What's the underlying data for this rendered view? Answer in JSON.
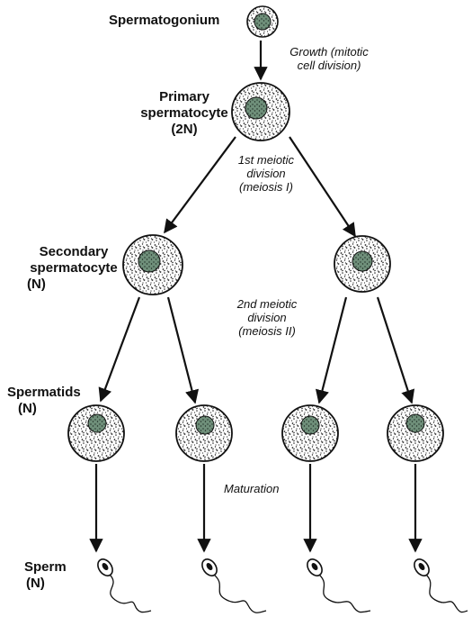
{
  "labels": {
    "spermatogonium": "Spermatogonium",
    "primary": [
      "Primary",
      "spermatocyte",
      "(2N)"
    ],
    "secondary": [
      "Secondary",
      "spermatocyte",
      "(N)"
    ],
    "spermatids": [
      "Spermatids",
      "(N)"
    ],
    "sperm": [
      "Sperm",
      "(N)"
    ]
  },
  "notes": {
    "growth": [
      "Growth (mitotic",
      "cell division)"
    ],
    "meiosis1": [
      "1st meiotic",
      "division",
      "(meiosis I)"
    ],
    "meiosis2": [
      "2nd meiotic",
      "division",
      "(meiosis II)"
    ],
    "maturation": "Maturation"
  },
  "colors": {
    "ink": "#111111",
    "nucleus": "#6f8f7a",
    "cytoplasm_speckle": "#222222"
  }
}
